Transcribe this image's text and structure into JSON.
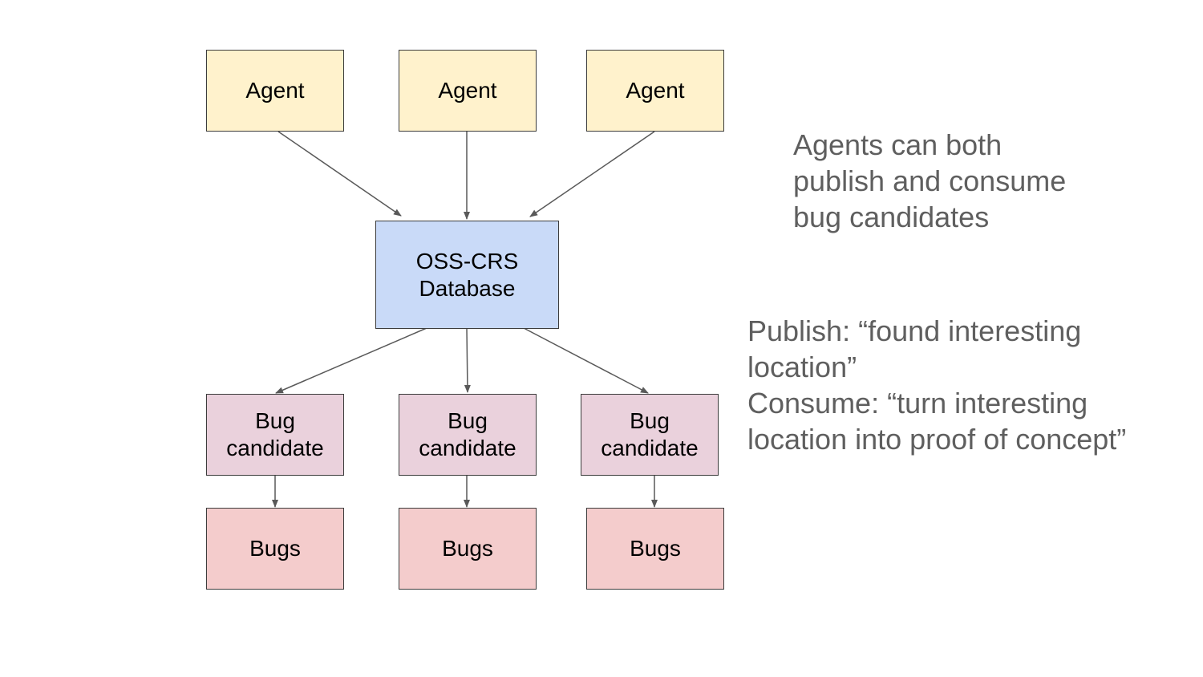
{
  "colors": {
    "agent_fill": "#fff2cc",
    "database_fill": "#c9daf8",
    "candidate_fill": "#ead1dc",
    "bugs_fill": "#f4cccc",
    "arrow": "#595959",
    "note_text": "#5f5f5f"
  },
  "nodes": {
    "agent_1": "Agent",
    "agent_2": "Agent",
    "agent_3": "Agent",
    "database": "OSS-CRS\nDatabase",
    "candidate_1": "Bug\ncandidate",
    "candidate_2": "Bug\ncandidate",
    "candidate_3": "Bug\ncandidate",
    "bugs_1": "Bugs",
    "bugs_2": "Bugs",
    "bugs_3": "Bugs"
  },
  "notes": {
    "agents_note": [
      "Agents can both",
      "publish and consume",
      "bug candidates"
    ],
    "publish_consume_note": [
      "Publish: “found interesting",
      "location”",
      "Consume: “turn interesting",
      "location into proof of concept”"
    ]
  }
}
